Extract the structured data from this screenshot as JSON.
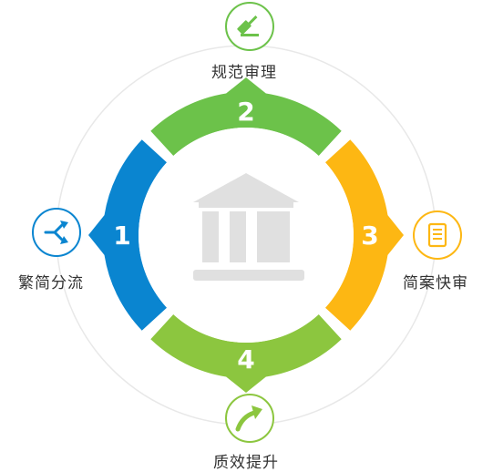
{
  "stages": [
    {
      "number": "1",
      "label": "繁简分流",
      "color": "#0a85d0",
      "icon": "split-arrows-icon"
    },
    {
      "number": "2",
      "label": "规范审理",
      "color": "#6cc24a",
      "icon": "gavel-icon"
    },
    {
      "number": "3",
      "label": "简案快审",
      "color": "#fdb713",
      "icon": "document-icon"
    },
    {
      "number": "4",
      "label": "质效提升",
      "color": "#8cc63f",
      "icon": "rising-arrow-icon"
    }
  ],
  "center_icon": "courthouse-icon",
  "colors": {
    "outer_ring": "#e6e6e6",
    "inner_disc": "#ffffff",
    "courthouse": "#e0e0e0"
  }
}
